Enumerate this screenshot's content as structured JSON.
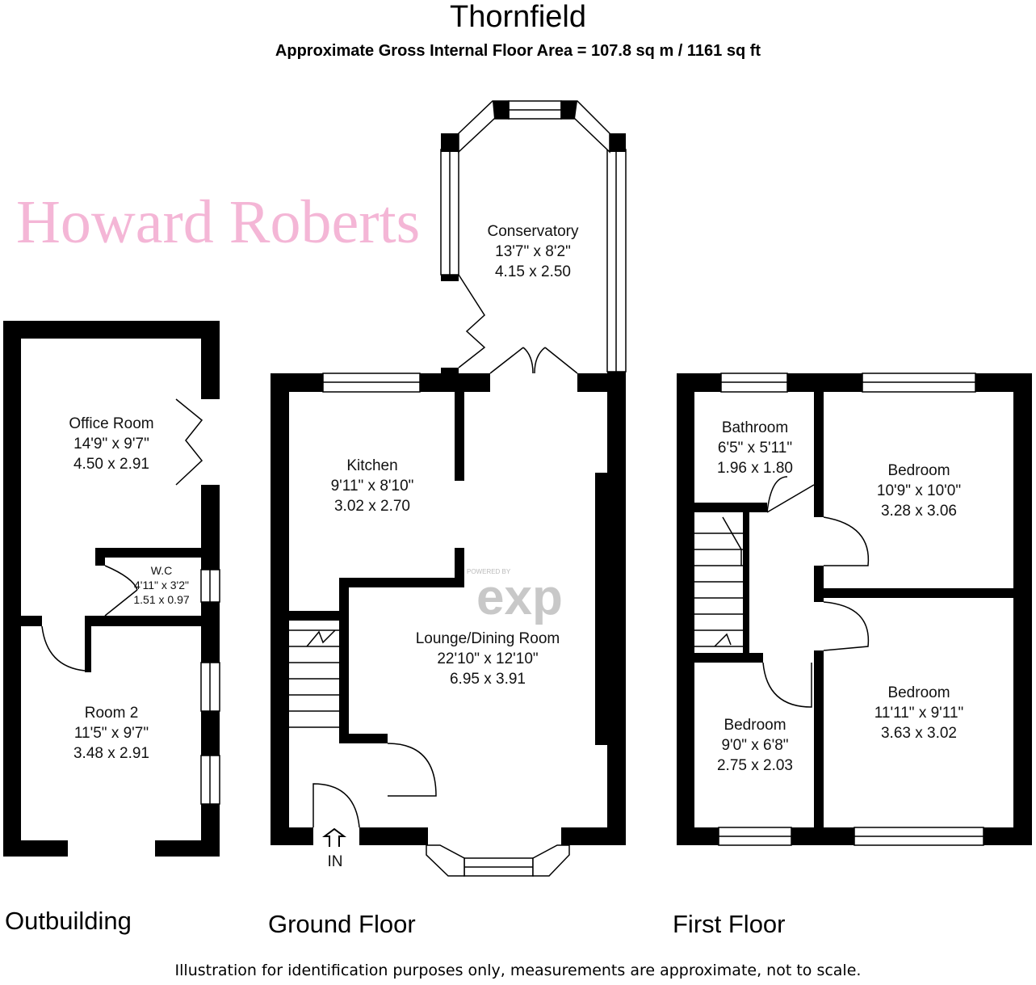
{
  "header": {
    "title": "Thornfield",
    "subtitle": "Approximate Gross Internal Floor Area  = 107.8 sq m  / 1161 sq ft"
  },
  "watermark": {
    "agent": "Howard Roberts",
    "powered_by": "POWERED BY",
    "brand": "exp"
  },
  "floors": {
    "outbuilding": "Outbuilding",
    "ground": "Ground Floor",
    "first": "First Floor"
  },
  "rooms": {
    "office": {
      "name": "Office Room",
      "imperial": "14'9\" x 9'7\"",
      "metric": "4.50 x 2.91"
    },
    "wc": {
      "name": "W.C",
      "imperial": "4'11\" x 3'2\"",
      "metric": "1.51 x 0.97"
    },
    "room2": {
      "name": "Room 2",
      "imperial": "11'5\" x 9'7\"",
      "metric": "3.48 x 2.91"
    },
    "conservatory": {
      "name": "Conservatory",
      "imperial": "13'7\" x 8'2\"",
      "metric": "4.15 x 2.50"
    },
    "kitchen": {
      "name": "Kitchen",
      "imperial": "9'11\" x 8'10\"",
      "metric": "3.02 x 2.70"
    },
    "lounge": {
      "name": "Lounge/Dining Room",
      "imperial": "22'10\" x 12'10\"",
      "metric": "6.95 x 3.91"
    },
    "bathroom": {
      "name": "Bathroom",
      "imperial": "6'5\" x 5'11\"",
      "metric": "1.96 x 1.80"
    },
    "bedroom1": {
      "name": "Bedroom",
      "imperial": "10'9\" x 10'0\"",
      "metric": "3.28 x 3.06"
    },
    "bedroom2": {
      "name": "Bedroom",
      "imperial": "11'11\" x 9'11\"",
      "metric": "3.63 x 3.02"
    },
    "bedroom3": {
      "name": "Bedroom",
      "imperial": "9'0\" x 6'8\"",
      "metric": "2.75 x 2.03"
    }
  },
  "entrance": "IN",
  "footer": "Illustration for identification purposes only, measurements are approximate, not to scale."
}
